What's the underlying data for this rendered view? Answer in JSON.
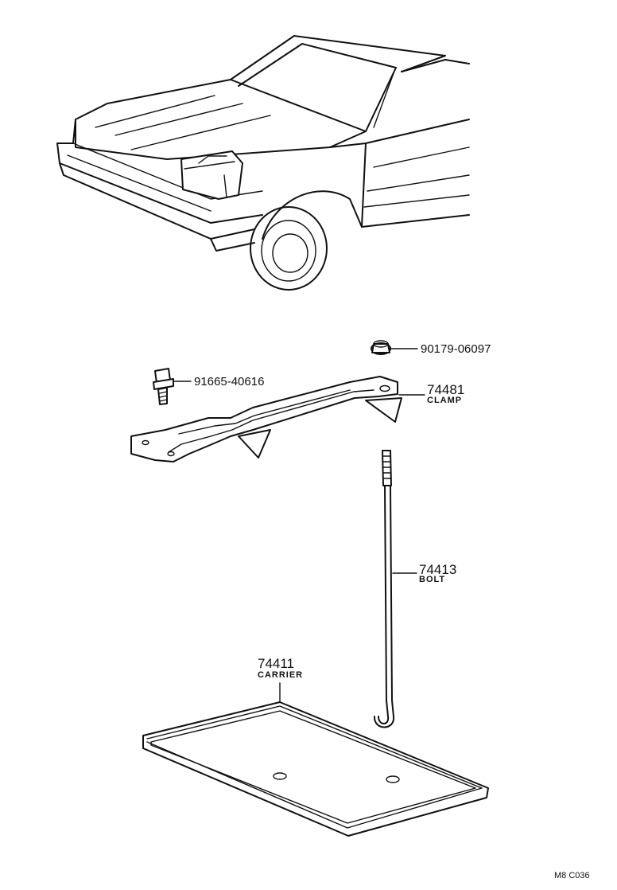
{
  "parts": [
    {
      "id": "nut",
      "number": "90179-06097",
      "name": ""
    },
    {
      "id": "bolt-small",
      "number": "91665-40616",
      "name": ""
    },
    {
      "id": "clamp",
      "number": "74481",
      "name": "CLAMP"
    },
    {
      "id": "long-bolt",
      "number": "74413",
      "name": "BOLT"
    },
    {
      "id": "carrier",
      "number": "74411",
      "name": "CARRIER"
    }
  ],
  "figure_ref": "M8 C036",
  "colors": {
    "line": "#111111",
    "background": "#ffffff"
  }
}
